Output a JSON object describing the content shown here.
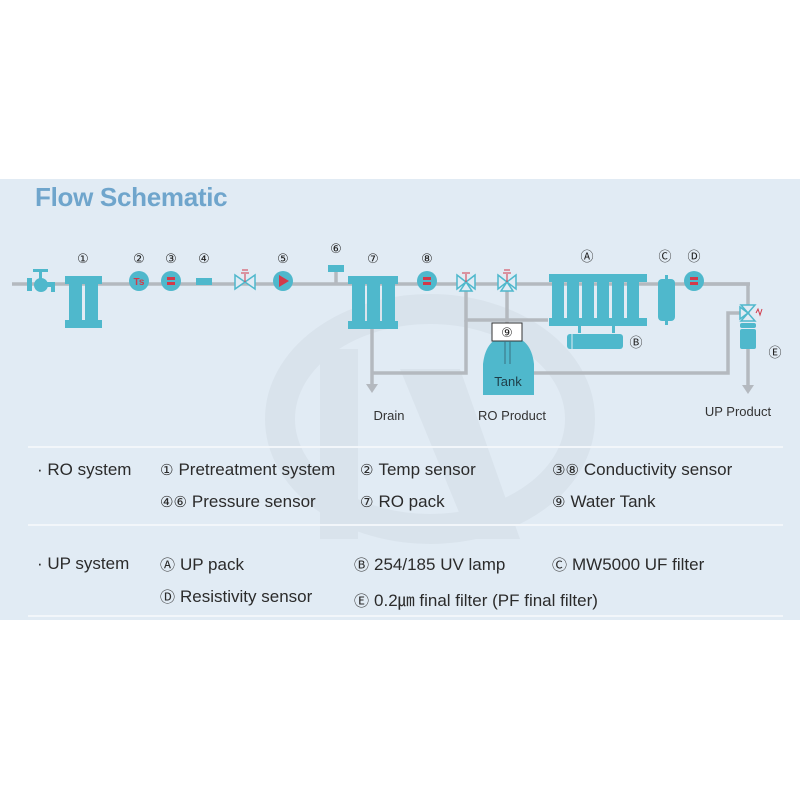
{
  "title": "Flow Schematic",
  "colors": {
    "panel_bg": "#e1ebf4",
    "title": "#6fa5cc",
    "component": "#4fb8cc",
    "pipe": "#b4b9bf",
    "sensor_mark": "#d23a4a"
  },
  "diagram": {
    "markers": {
      "m1": "①",
      "m2": "②",
      "m3": "③",
      "m4": "④",
      "m5": "⑤",
      "m6": "⑥",
      "m7": "⑦",
      "m8": "⑧",
      "m9": "⑨",
      "mA": "Ⓐ",
      "mB": "Ⓑ",
      "mC": "Ⓒ",
      "mD": "Ⓓ",
      "mE": "Ⓔ"
    },
    "temp_sensor_text": "Ts",
    "tank_text": "Tank",
    "outlets": {
      "drain": "Drain",
      "ro_product": "RO Product",
      "up_product": "UP Product"
    },
    "icons": {
      "inlet": "faucet-valve-icon",
      "pretreatment": "filter-housing-icon",
      "temp": "temp-sensor-icon",
      "conductivity": "conductivity-sensor-icon",
      "pressure": "pressure-sensor-icon",
      "solenoid": "solenoid-valve-icon",
      "pump": "pump-icon",
      "ro_pack": "ro-pack-icon",
      "three_way": "three-way-valve-icon",
      "tank": "water-tank-icon",
      "up_pack": "up-pack-icon",
      "uv_lamp": "uv-lamp-icon",
      "uf_filter": "uf-filter-icon",
      "resistivity": "resistivity-sensor-icon",
      "final_filter": "final-filter-icon"
    }
  },
  "legend": {
    "ro": {
      "heading": "· RO system",
      "items": [
        {
          "mark": "①",
          "label": "Pretreatment system"
        },
        {
          "mark": "②",
          "label": "Temp sensor"
        },
        {
          "mark": "③⑧",
          "label": "Conductivity sensor"
        },
        {
          "mark": "④⑥",
          "label": "Pressure sensor"
        },
        {
          "mark": "⑦",
          "label": "RO pack"
        },
        {
          "mark": "⑨",
          "label": "Water Tank"
        }
      ]
    },
    "up": {
      "heading": "· UP system",
      "items": [
        {
          "mark": "Ⓐ",
          "label": "UP pack"
        },
        {
          "mark": "Ⓑ",
          "label": "254/185 UV lamp"
        },
        {
          "mark": "Ⓒ",
          "label": "MW5000 UF filter"
        },
        {
          "mark": "Ⓓ",
          "label": "Resistivity sensor"
        },
        {
          "mark": "Ⓔ",
          "label": "0.2㎛ final filter (PF final filter)"
        }
      ]
    }
  }
}
